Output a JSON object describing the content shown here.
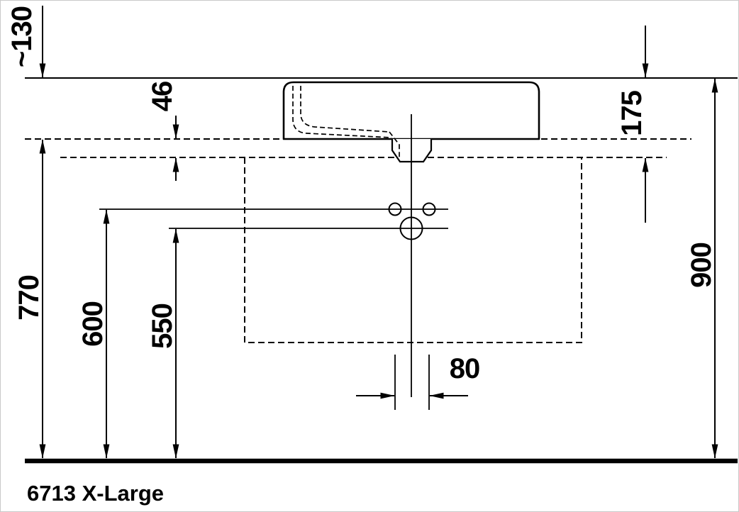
{
  "drawing": {
    "model_label": "6713 X-Large",
    "dimensions": {
      "above_rim_clearance": "~130",
      "countertop_thickness": "46",
      "rim_to_countertop_underside": "175",
      "countertop_height": "770",
      "small_holes_height": "600",
      "center_hole_height": "550",
      "rim_height": "900",
      "holes_spacing": "80"
    }
  }
}
